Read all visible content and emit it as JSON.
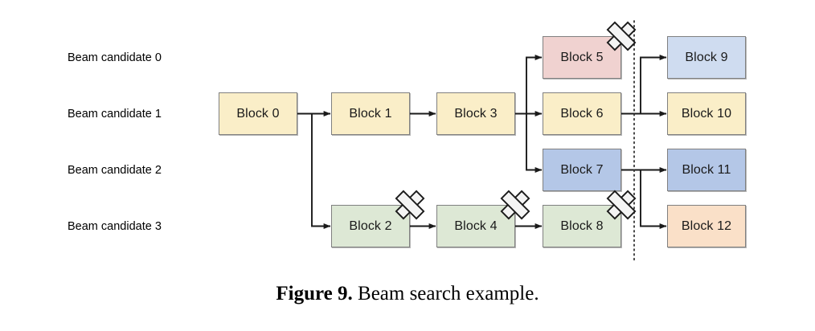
{
  "figure": {
    "caption_label": "Figure 9.",
    "caption_text": " Beam search example."
  },
  "rows": [
    {
      "label": "Beam candidate 0"
    },
    {
      "label": "Beam candidate 1"
    },
    {
      "label": "Beam candidate 2"
    },
    {
      "label": "Beam candidate 3"
    }
  ],
  "palette": {
    "yellow": "#faeec8",
    "green": "#dde8d5",
    "pink": "#f0d2d0",
    "blue_medium": "#b4c7e7",
    "blue_light": "#cfdcf0",
    "peach": "#fae0c8",
    "border": "#808080",
    "arrow": "#1a1a1a",
    "divider": "#333333"
  },
  "blocks": [
    {
      "id": "block0",
      "label": "Block 0",
      "color": "#faeec8",
      "row": 1,
      "col": 0,
      "pruned": false
    },
    {
      "id": "block1",
      "label": "Block 1",
      "color": "#faeec8",
      "row": 1,
      "col": 1,
      "pruned": false
    },
    {
      "id": "block2",
      "label": "Block 2",
      "color": "#dde8d5",
      "row": 3,
      "col": 1,
      "pruned": true
    },
    {
      "id": "block3",
      "label": "Block 3",
      "color": "#faeec8",
      "row": 1,
      "col": 2,
      "pruned": false
    },
    {
      "id": "block4",
      "label": "Block 4",
      "color": "#dde8d5",
      "row": 3,
      "col": 2,
      "pruned": true
    },
    {
      "id": "block5",
      "label": "Block 5",
      "color": "#f0d2d0",
      "row": 0,
      "col": 3,
      "pruned": true
    },
    {
      "id": "block6",
      "label": "Block 6",
      "color": "#faeec8",
      "row": 1,
      "col": 3,
      "pruned": false
    },
    {
      "id": "block7",
      "label": "Block 7",
      "color": "#b4c7e7",
      "row": 2,
      "col": 3,
      "pruned": false
    },
    {
      "id": "block8",
      "label": "Block 8",
      "color": "#dde8d5",
      "row": 3,
      "col": 3,
      "pruned": true
    },
    {
      "id": "block9",
      "label": "Block 9",
      "color": "#cfdcf0",
      "row": 0,
      "col": 4,
      "pruned": false
    },
    {
      "id": "block10",
      "label": "Block 10",
      "color": "#faeec8",
      "row": 1,
      "col": 4,
      "pruned": false
    },
    {
      "id": "block11",
      "label": "Block 11",
      "color": "#b4c7e7",
      "row": 2,
      "col": 4,
      "pruned": false
    },
    {
      "id": "block12",
      "label": "Block 12",
      "color": "#fae0c8",
      "row": 3,
      "col": 4,
      "pruned": false
    }
  ],
  "edges": [
    {
      "from": "block0",
      "to": "block1"
    },
    {
      "from": "block0",
      "to": "block2"
    },
    {
      "from": "block1",
      "to": "block3"
    },
    {
      "from": "block2",
      "to": "block4"
    },
    {
      "from": "block3",
      "to": "block5"
    },
    {
      "from": "block3",
      "to": "block6"
    },
    {
      "from": "block3",
      "to": "block7"
    },
    {
      "from": "block4",
      "to": "block8"
    },
    {
      "from": "block6",
      "to": "block9"
    },
    {
      "from": "block6",
      "to": "block10"
    },
    {
      "from": "block7",
      "to": "block11"
    },
    {
      "from": "block7",
      "to": "block12"
    }
  ],
  "divider": {
    "style": "dotted",
    "orientation": "vertical"
  }
}
